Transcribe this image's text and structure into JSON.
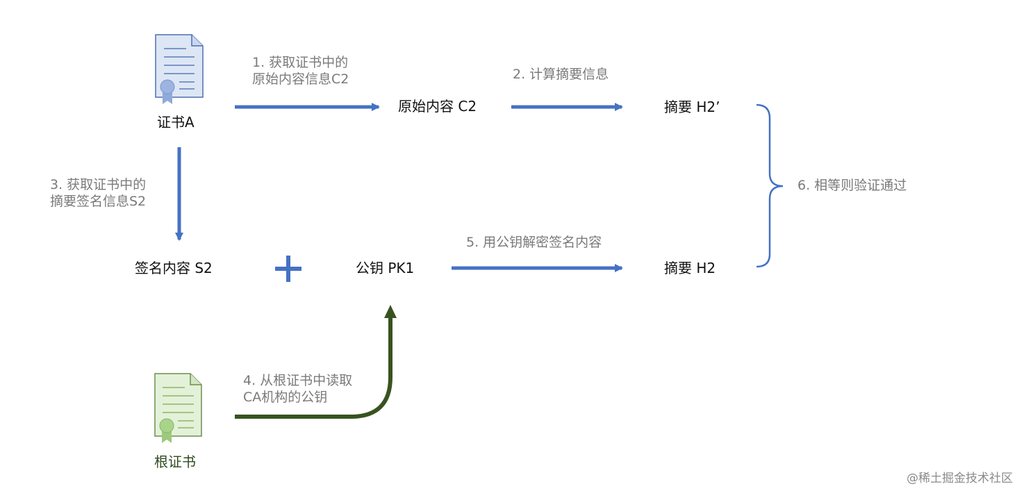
{
  "nodes": {
    "cert_a": "证书A",
    "original_content": "原始内容 C2",
    "digest_h2_prime": "摘要 H2’",
    "signature_content": "签名内容 S2",
    "plus": "+",
    "public_key": "公钥 PK1",
    "digest_h2": "摘要 H2",
    "root_cert": "根证书"
  },
  "steps": {
    "step1": [
      "1. 获取证书中的",
      "原始内容信息C2"
    ],
    "step2": [
      "2. 计算摘要信息"
    ],
    "step3": [
      "3. 获取证书中的",
      "摘要签名信息S2"
    ],
    "step4": [
      "4. 从根证书中读取",
      "CA机构的公钥"
    ],
    "step5": [
      "5. 用公钥解密签名内容"
    ],
    "step6": [
      "6. 相等则验证通过"
    ]
  },
  "watermark": "@稀土掘金技术社区",
  "colors": {
    "arrow_blue": "#4472c4",
    "arrow_green": "#38531f",
    "cert_blue_fill": "#dde6f5",
    "cert_green_fill": "#e3f1d9",
    "step_text": "#7a7a7a",
    "node_text": "#111111"
  },
  "icons": {
    "cert_a": "certificate-icon",
    "root_cert": "certificate-icon"
  }
}
